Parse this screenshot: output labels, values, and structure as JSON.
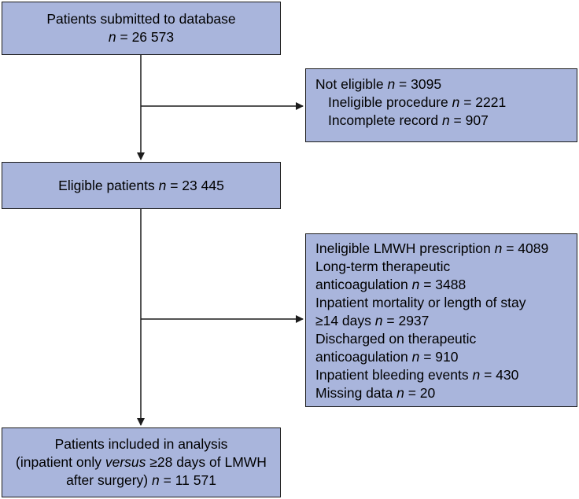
{
  "box_submitted": {
    "line1": "Patients submitted to database",
    "n_label": "n",
    "n_value": " = 26 573"
  },
  "box_not_eligible": {
    "title": "Not eligible",
    "title_n": " = 3095",
    "items": [
      {
        "label": "Ineligible procedure",
        "value": " = 2221"
      },
      {
        "label": "Incomplete record",
        "value": " = 907"
      }
    ]
  },
  "box_eligible": {
    "label": "Eligible patients",
    "value": " = 23 445"
  },
  "box_exclusions": {
    "lines": [
      {
        "text": "Ineligible LMWH prescription",
        "n_value": " = 4089"
      },
      {
        "text": "Long-term therapeutic",
        "n_value": ""
      },
      {
        "text": "anticoagulation",
        "n_value": " = 3488"
      },
      {
        "text": "Inpatient mortality or length of stay",
        "n_value": ""
      },
      {
        "text": "≥14 days",
        "n_value": " = 2937"
      },
      {
        "text": "Discharged on therapeutic",
        "n_value": ""
      },
      {
        "text": "anticoagulation",
        "n_value": " = 910"
      },
      {
        "text": "Inpatient bleeding events",
        "n_value": " = 430"
      },
      {
        "text": "Missing data",
        "n_value": " = 20"
      }
    ]
  },
  "box_included": {
    "line1": "Patients included in analysis",
    "line2_pre": "(inpatient only ",
    "line2_italic": "versus",
    "line2_post": " ≥28 days of LMWH",
    "line3": "after surgery)",
    "value": " = 11 571"
  },
  "n_symbol": "n"
}
